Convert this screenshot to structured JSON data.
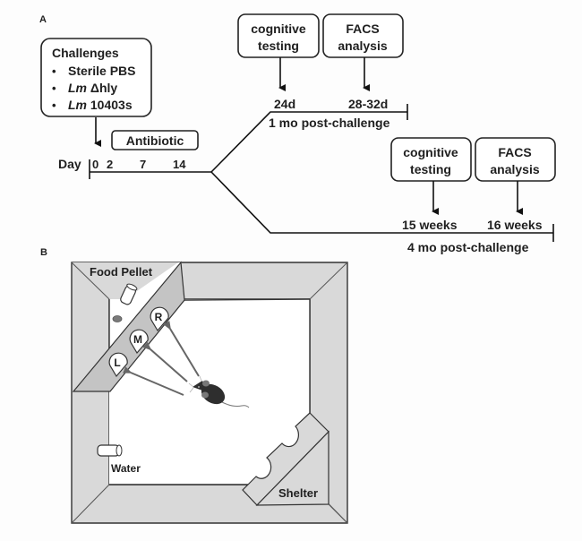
{
  "panel_a": {
    "label": "A",
    "challenges_box": {
      "title": "Challenges",
      "items": [
        {
          "bullet": "•",
          "italic": "",
          "text": "Sterile PBS"
        },
        {
          "bullet": "•",
          "italic": "Lm",
          "text": " Δhly"
        },
        {
          "bullet": "•",
          "italic": "Lm",
          "text": " 10403s"
        }
      ]
    },
    "antibiotic_label": "Antibiotic",
    "day_label": "Day",
    "day_ticks": [
      "0",
      "2",
      "7",
      "14"
    ],
    "branch_1mo": {
      "box1": [
        "cognitive",
        "testing"
      ],
      "box2": [
        "FACS",
        "analysis"
      ],
      "time1": "24d",
      "time2": "28-32d",
      "caption": "1 mo post-challenge"
    },
    "branch_4mo": {
      "box1": [
        "cognitive",
        "testing"
      ],
      "box2": [
        "FACS",
        "analysis"
      ],
      "time1": "15 weeks",
      "time2": "16 weeks",
      "caption": "4 mo post-challenge"
    }
  },
  "panel_b": {
    "label": "B",
    "food_pellet_label": "Food Pellet",
    "water_label": "Water",
    "shelter_label": "Shelter",
    "holes": [
      "R",
      "M",
      "L"
    ]
  }
}
